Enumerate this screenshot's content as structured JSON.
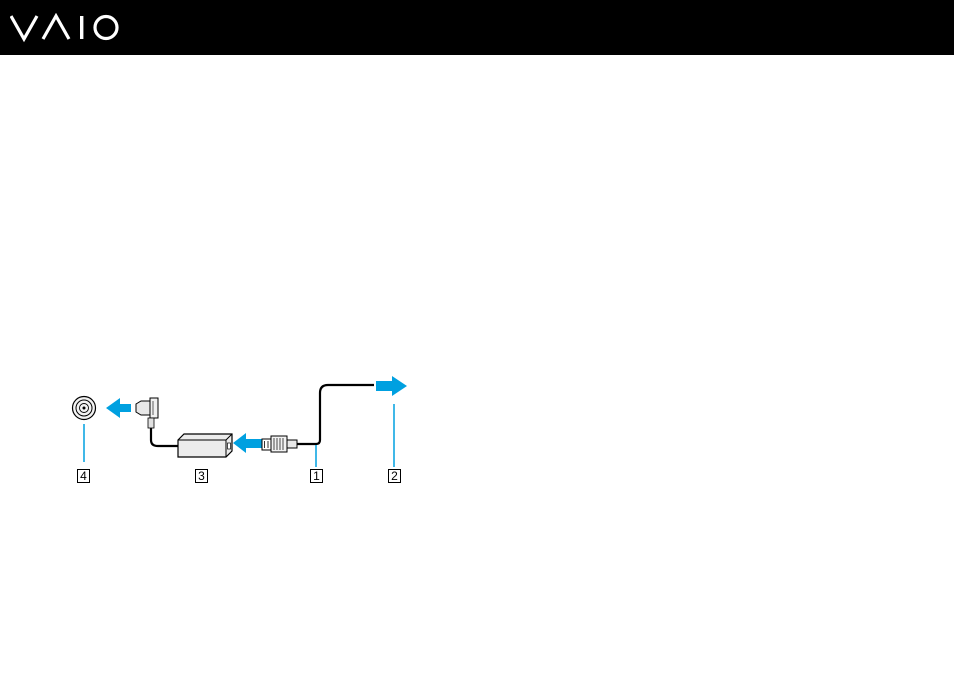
{
  "header": {
    "logo_name": "vaio-logo",
    "background": "#000000",
    "logo_color": "#ffffff"
  },
  "diagram": {
    "arrow_color": "#00a0e0",
    "callouts": {
      "c1": "1",
      "c2": "2",
      "c3": "3",
      "c4": "4"
    }
  }
}
